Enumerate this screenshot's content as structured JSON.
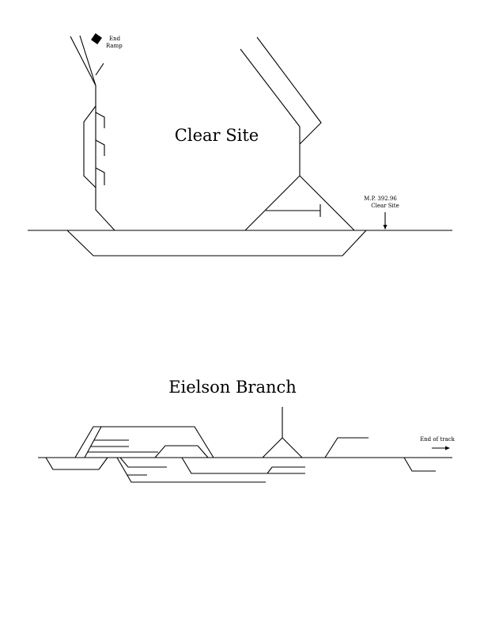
{
  "clear_site": {
    "title": "Clear Site",
    "end_ramp_label_1": "End",
    "end_ramp_label_2": "Ramp",
    "milepost_label_1": "M.P. 392.96",
    "milepost_label_2": "Clear Site"
  },
  "eielson_branch": {
    "title": "Eielson Branch",
    "end_of_track_label": "End of track"
  }
}
